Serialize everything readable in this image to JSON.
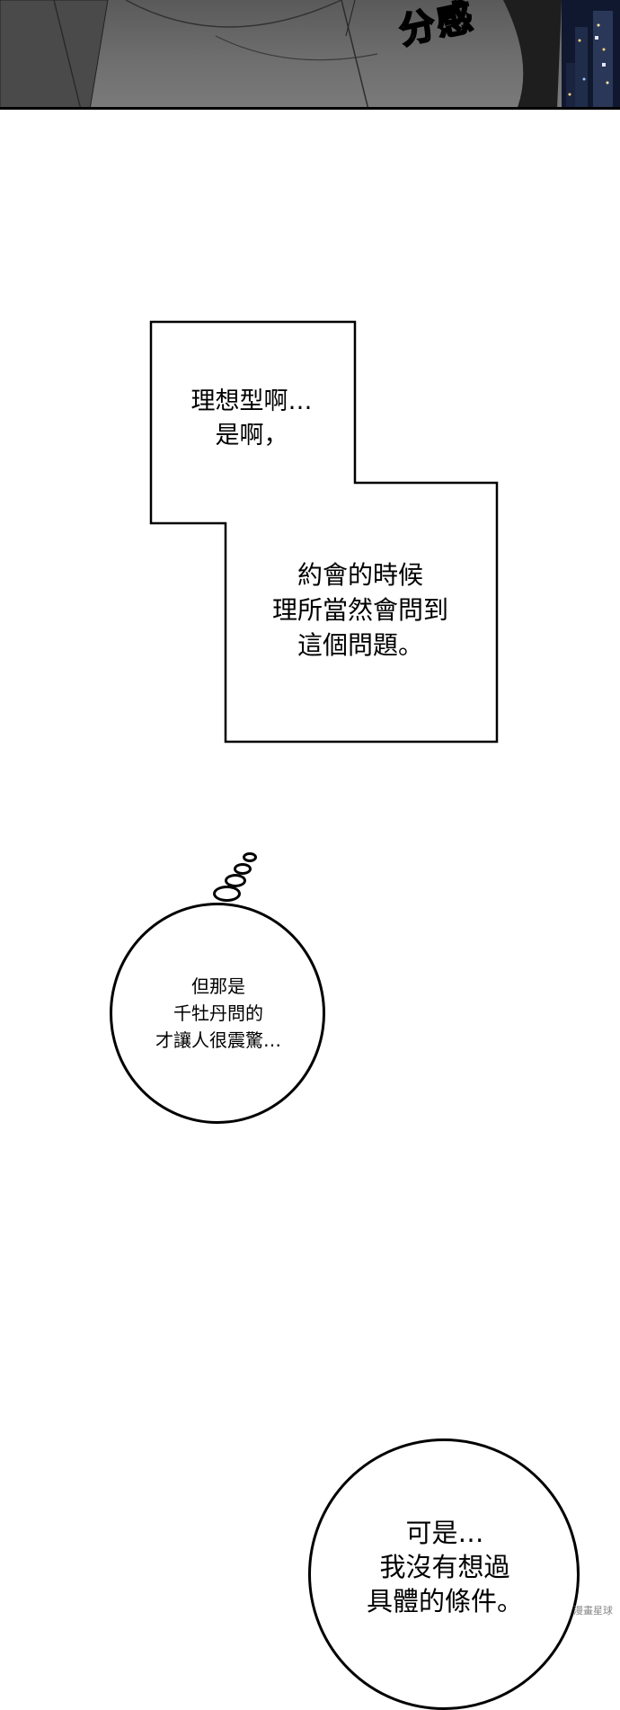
{
  "top_panel": {
    "sfx": "分感"
  },
  "caption_box": {
    "line1": "理想型啊…\n是啊，",
    "line2": "約會的時候\n理所當然會問到\n這個問題。"
  },
  "thought_bubble": {
    "text": "但那是\n千牡丹問的\n才讓人很震驚…"
  },
  "speech_bubble": {
    "text": "可是…\n我沒有想過\n具體的條件。"
  },
  "watermark": "漫畫星球"
}
